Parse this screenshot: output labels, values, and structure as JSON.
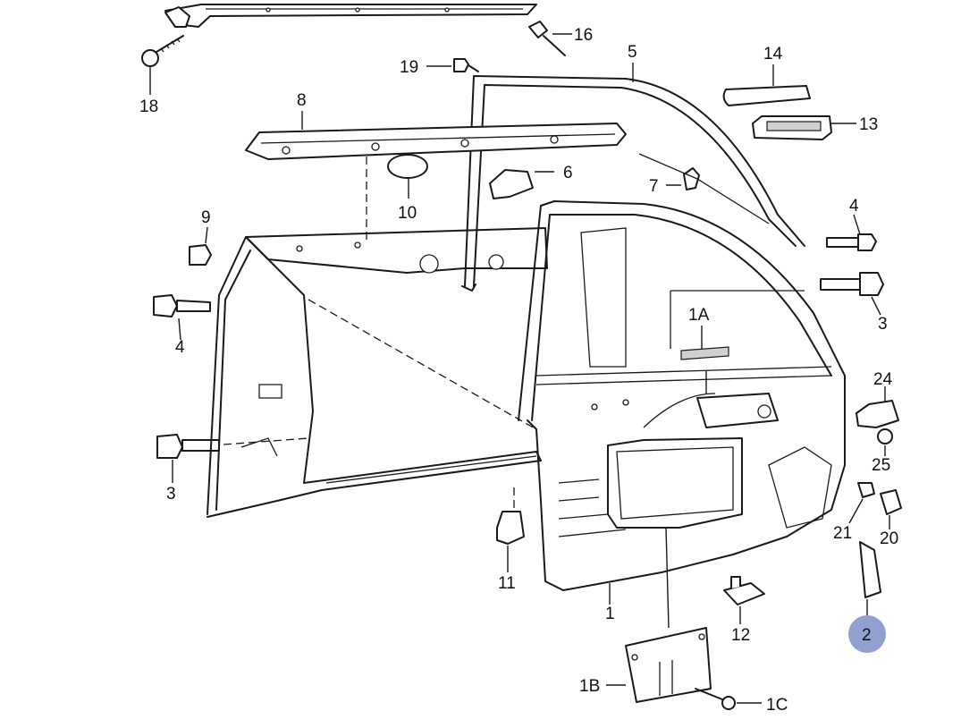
{
  "diagram": {
    "part_labels": [
      "16",
      "18",
      "19",
      "5",
      "14",
      "13",
      "8",
      "6",
      "10",
      "7",
      "9",
      "4",
      "4",
      "3",
      "3",
      "1A",
      "24",
      "25",
      "21",
      "20",
      "11",
      "12",
      "1",
      "2",
      "1B",
      "1C"
    ],
    "highlighted_label": "2",
    "highlight_color": "#7f8fc8"
  }
}
